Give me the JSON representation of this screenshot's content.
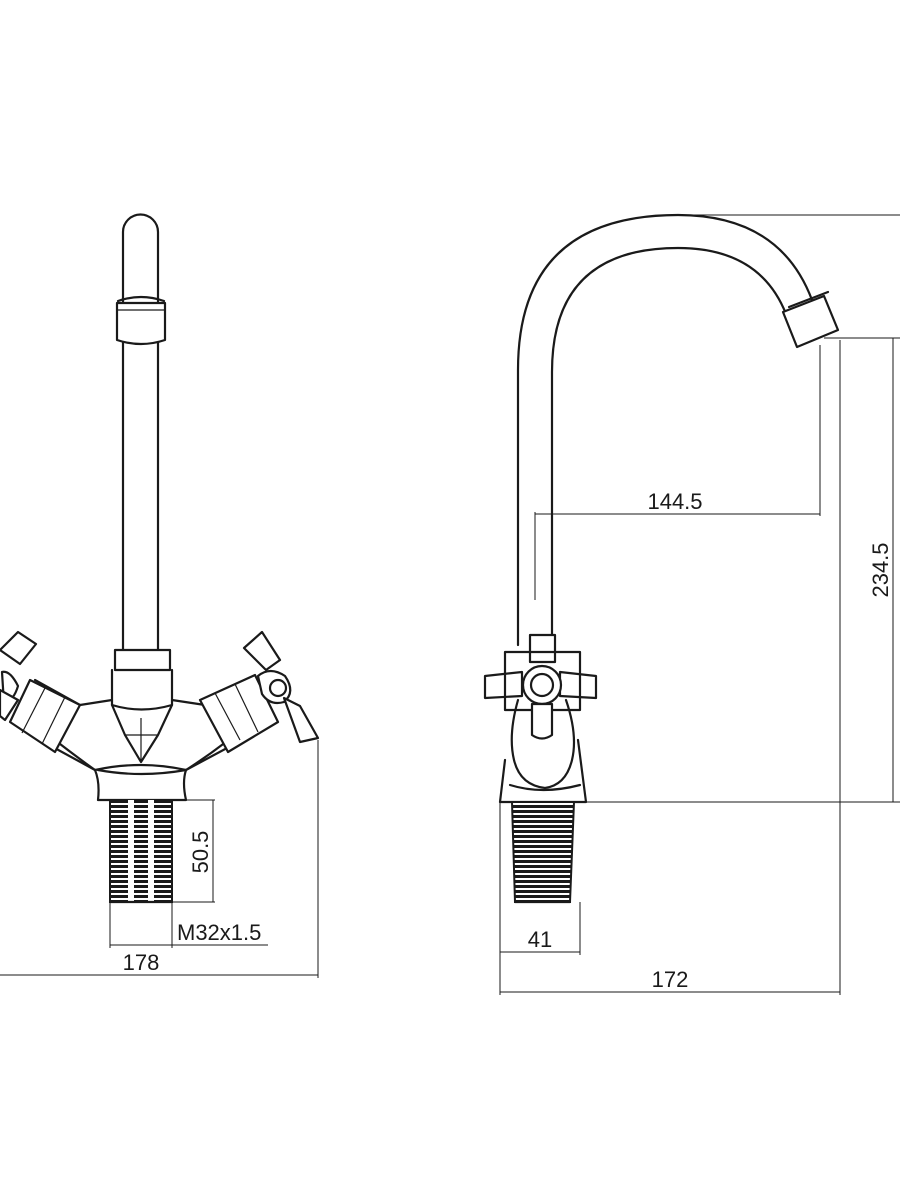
{
  "drawing": {
    "colors": {
      "line": "#1a1a1a",
      "background": "#ffffff"
    },
    "front_view": {
      "dimensions": {
        "thread_height": "50.5",
        "thread_spec": "M32x1.5",
        "overall_width": "178"
      }
    },
    "side_view": {
      "dimensions": {
        "spout_reach": "144.5",
        "spout_height": "234.5",
        "base_width": "41",
        "overall_depth": "172"
      }
    }
  }
}
